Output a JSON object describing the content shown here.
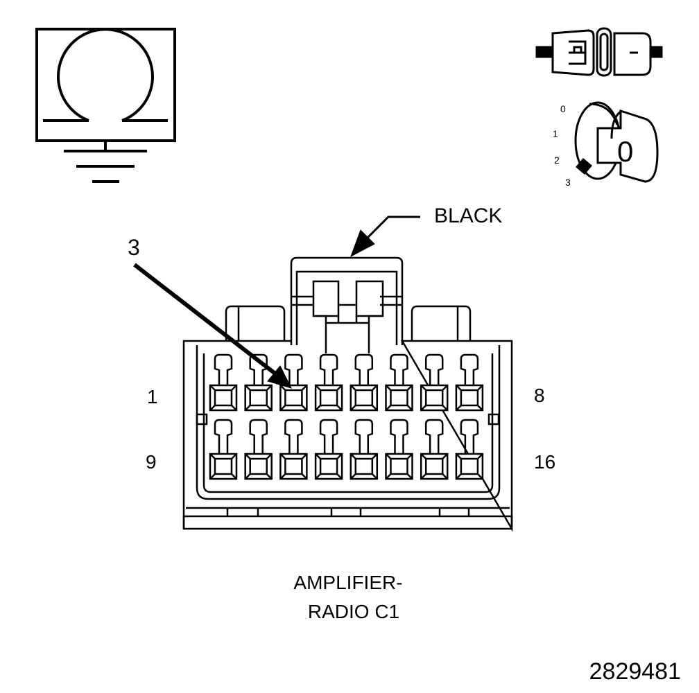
{
  "connector": {
    "color_callout": "BLACK",
    "pin_callout": "3",
    "row1_start": "1",
    "row1_end": "8",
    "row2_start": "9",
    "row2_end": "16",
    "name_line1": "AMPLIFIER-",
    "name_line2": "RADIO C1",
    "highlighted_pin": 3,
    "pins_per_row": 8
  },
  "ignition_switch": {
    "position_labels": [
      "3",
      "2",
      "1",
      "0"
    ],
    "key_position": "0"
  },
  "figure_id": "2829481",
  "icons": {
    "ohmmeter": "ohmmeter-ground-icon",
    "connector": "disconnected-connector-icon",
    "ignition": "ignition-key-off-icon"
  }
}
